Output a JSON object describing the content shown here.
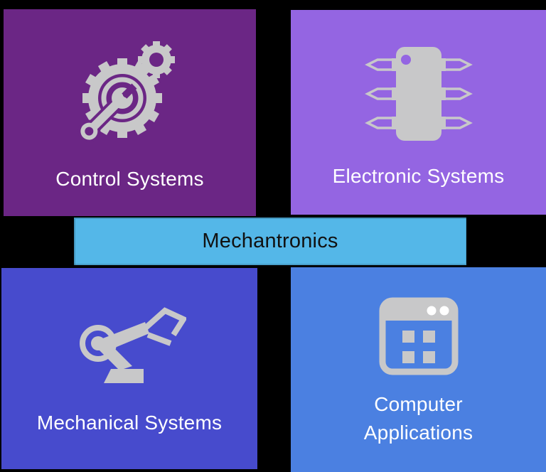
{
  "banner": {
    "label": "Mechantronics",
    "bg": "#54B7E8",
    "text_color": "#111111"
  },
  "quadrants": [
    {
      "id": "control-systems",
      "label": "Control Systems",
      "bg": "#6B2685",
      "icon": "gear-wrench-icon"
    },
    {
      "id": "electronic-systems",
      "label": "Electronic Systems",
      "bg": "#9465E2",
      "icon": "chip-icon"
    },
    {
      "id": "mechanical-systems",
      "label": "Mechanical Systems",
      "bg": "#474BCD",
      "icon": "robot-arm-icon"
    },
    {
      "id": "computer-applications",
      "label": "Computer Applications",
      "bg": "#4B80E1",
      "icon": "app-window-icon"
    }
  ],
  "colors": {
    "background": "#000000",
    "icon_gray": "#C8C8C9",
    "label_text": "#FFFFFF",
    "banner_bg": "#54B7E8",
    "banner_text": "#111111"
  }
}
